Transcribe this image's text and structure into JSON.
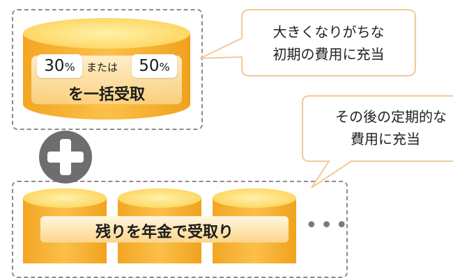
{
  "top_section": {
    "value_a": "30",
    "value_b": "50",
    "unit": "%",
    "connector": "または",
    "caption": "を一括受取"
  },
  "callout_top": {
    "line1": "大きくなりがちな",
    "line2": "初期の費用に充当"
  },
  "callout_bottom": {
    "line1": "その後の定期的な",
    "line2": "費用に充当"
  },
  "bottom_section": {
    "caption": "残りを年金で受取り",
    "continuation": "•••"
  },
  "colors": {
    "gold_top": "#ffe47a",
    "gold_body": "#f7b531",
    "callout_border": "#f3c99a",
    "plus_circle": "#6e6e6e"
  },
  "icons": {
    "plus": "plus-icon"
  }
}
